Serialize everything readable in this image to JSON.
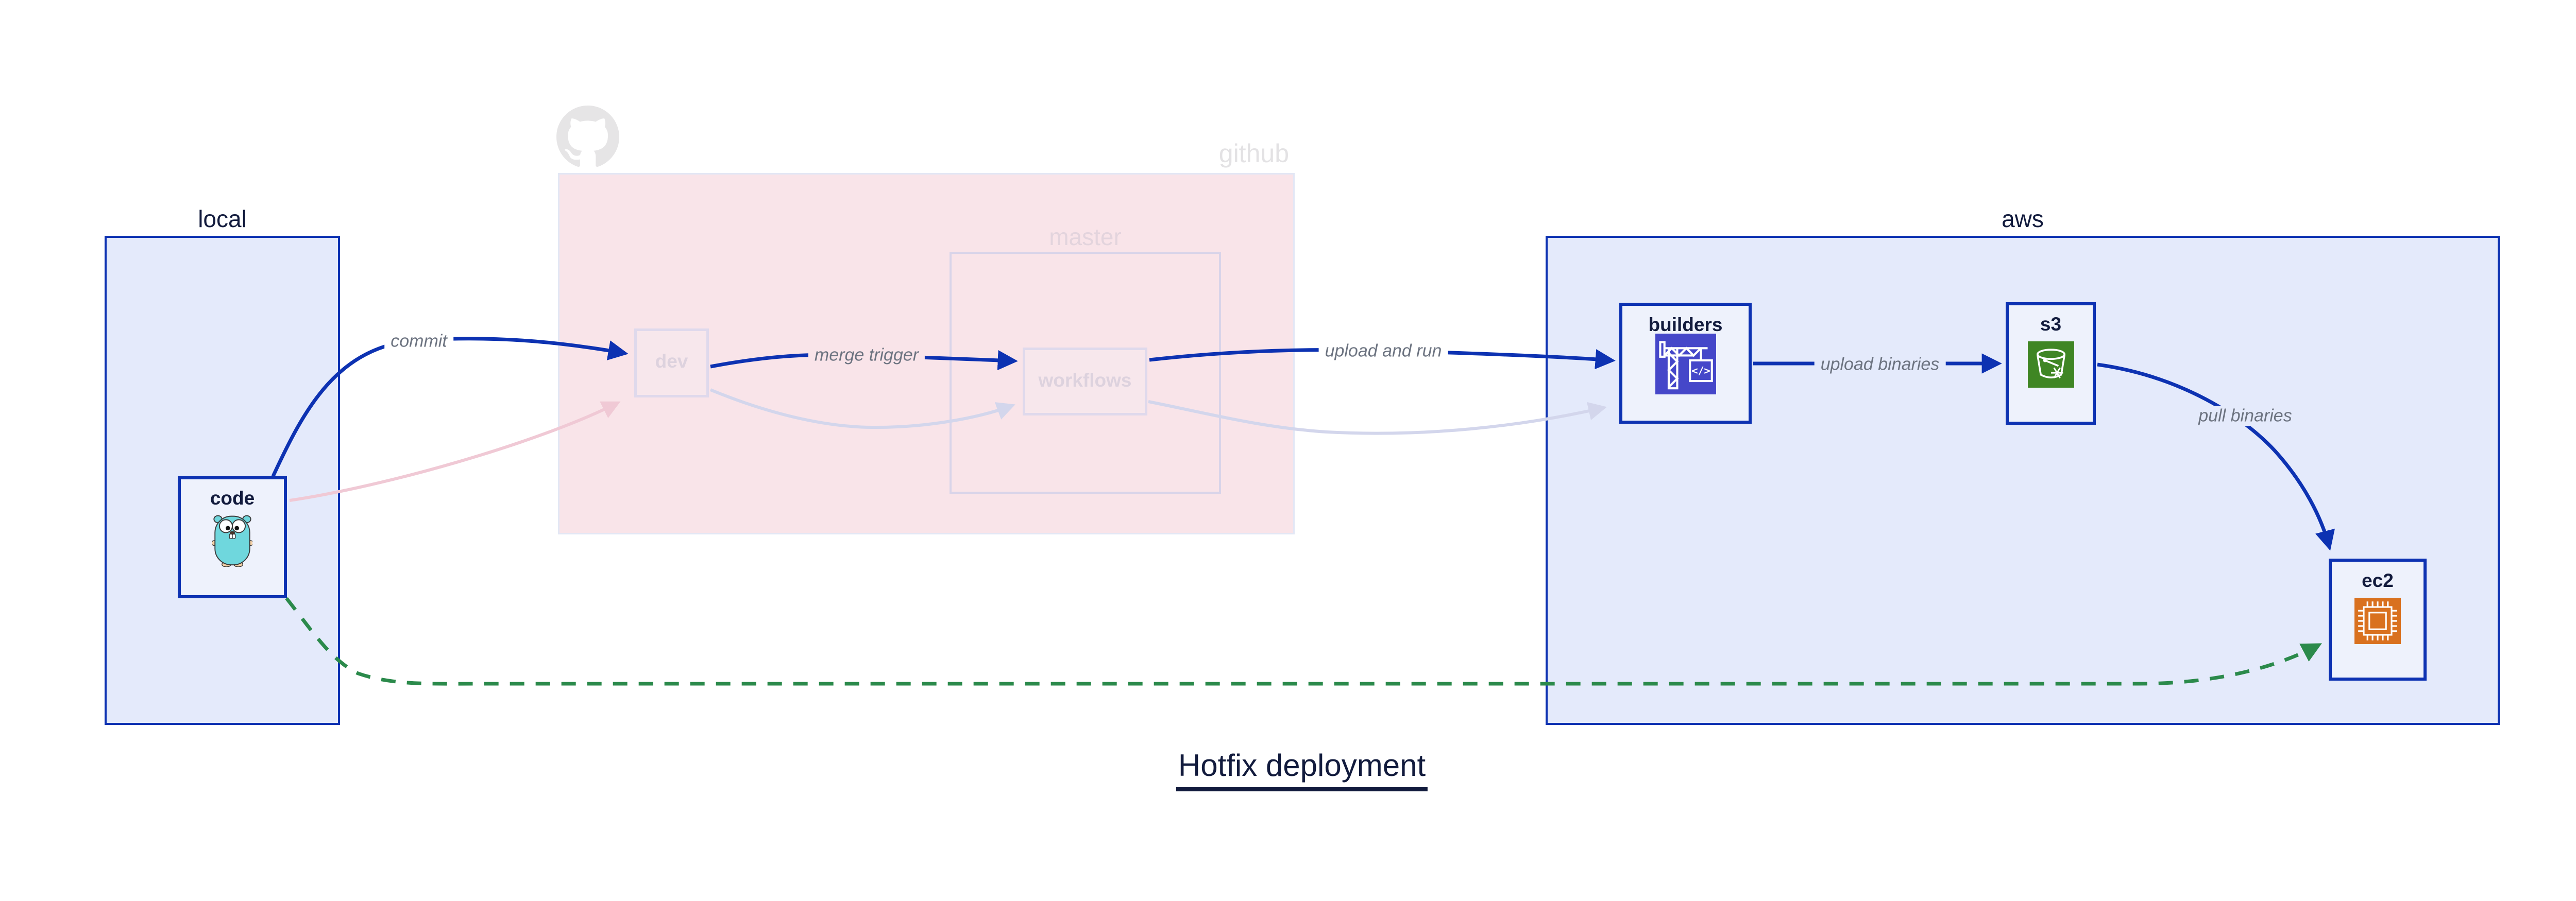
{
  "title": {
    "text": "Hotfix deployment"
  },
  "containers": {
    "local": {
      "label": "local"
    },
    "github": {
      "label": "github",
      "faded": true
    },
    "master": {
      "label": "master",
      "faded": true
    },
    "aws": {
      "label": "aws"
    }
  },
  "nodes": {
    "code": {
      "label": "code",
      "icon": "go-gopher"
    },
    "dev": {
      "label": "dev",
      "faded": true
    },
    "workflows": {
      "label": "workflows",
      "faded": true
    },
    "builders": {
      "label": "builders",
      "icon": "aws-codebuild-crane",
      "icon_color": "#4547C9"
    },
    "s3": {
      "label": "s3",
      "icon": "aws-s3-glacier-bucket",
      "icon_color": "#3F8624"
    },
    "ec2": {
      "label": "ec2",
      "icon": "aws-ec2-chip",
      "icon_color": "#D9711F"
    }
  },
  "edges": {
    "commit": {
      "label": "commit",
      "from": "code",
      "to": "dev",
      "color": "#0D32B2",
      "style": "solid"
    },
    "merge_trigger": {
      "label": "merge trigger",
      "from": "dev",
      "to": "workflows",
      "color": "#0D32B2",
      "style": "solid"
    },
    "upload_and_run": {
      "label": "upload and run",
      "from": "workflows",
      "to": "builders",
      "color": "#0D32B2",
      "style": "solid"
    },
    "upload_binaries": {
      "label": "upload binaries",
      "from": "builders",
      "to": "s3",
      "color": "#0D32B2",
      "style": "solid"
    },
    "pull_binaries": {
      "label": "pull binaries",
      "from": "s3",
      "to": "ec2",
      "color": "#0D32B2",
      "style": "solid"
    },
    "hotfix_direct": {
      "label": "",
      "from": "code",
      "to": "ec2",
      "color": "#2B8A4B",
      "style": "dashed"
    },
    "faded_commit": {
      "label": "",
      "from": "code",
      "to": "dev",
      "color": "#F0C9D5",
      "style": "faded"
    },
    "faded_merge": {
      "label": "",
      "from": "dev",
      "to": "workflows",
      "color": "#D3D6EC",
      "style": "faded"
    },
    "faded_upload": {
      "label": "",
      "from": "workflows",
      "to": "builders",
      "color": "#D3D6EC",
      "style": "faded"
    }
  },
  "colors": {
    "accent_blue": "#0D32B2",
    "hotfix_green": "#2B8A4B",
    "container_blue_fill": "#E4EAFB",
    "node_blue_fill": "#EEF2FC",
    "github_pink_fill": "#F9E4E9",
    "node_pink_fill": "#F7E7EC",
    "text_navy": "#121B3D",
    "edge_label_gray": "#6C7380",
    "octocat_gray": "#E6E5E6"
  }
}
